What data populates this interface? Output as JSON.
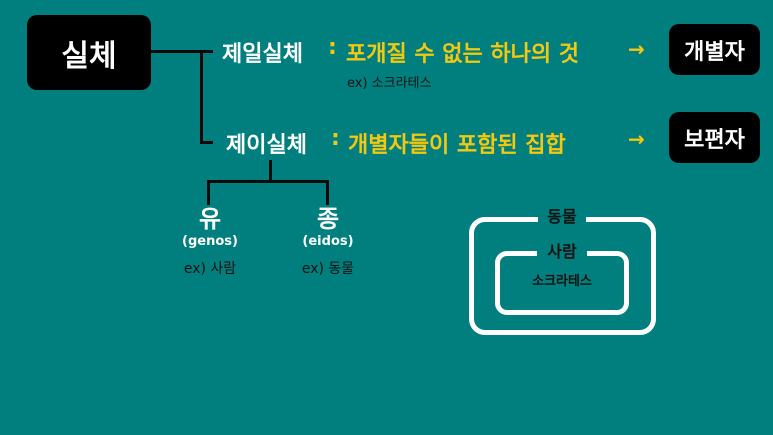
{
  "root": {
    "label": "실체"
  },
  "branches": [
    {
      "term": "제일실체",
      "colon": ":",
      "definition": "포개질 수 없는 하나의 것",
      "example": "ex) 소크라테스",
      "arrow": "→",
      "result": "개별자"
    },
    {
      "term": "제이실체",
      "colon": ":",
      "definition": "개별자들이 포함된 집합",
      "arrow": "→",
      "result": "보편자"
    }
  ],
  "subtypes": [
    {
      "label": "유",
      "greek": "(genos)",
      "example": "ex) 사람"
    },
    {
      "label": "종",
      "greek": "(eidos)",
      "example": "ex) 동물"
    }
  ],
  "nested_sets": {
    "outer": "동물",
    "middle": "사람",
    "inner": "소크라테스"
  },
  "colors": {
    "background": "#017f7f",
    "accent_yellow": "#f2c811",
    "box_black": "#000000",
    "text_white": "#ffffff"
  }
}
